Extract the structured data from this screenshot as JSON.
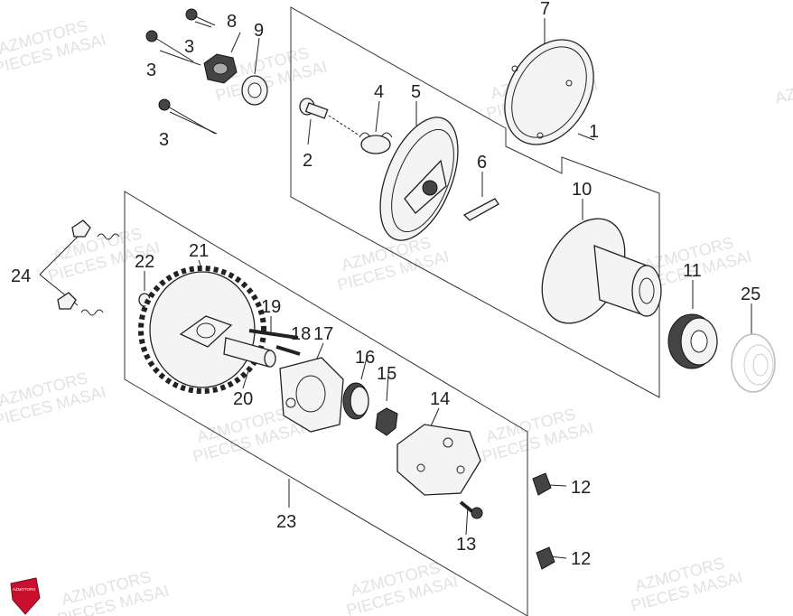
{
  "watermark": {
    "line1": "AZMOTORS",
    "line2": "PIECES MASAI"
  },
  "logo": {
    "text": "AZMOTORS"
  },
  "callouts": [
    {
      "id": "c1",
      "label": "1"
    },
    {
      "id": "c2",
      "label": "2"
    },
    {
      "id": "c3a",
      "label": "3"
    },
    {
      "id": "c3b",
      "label": "3"
    },
    {
      "id": "c3c",
      "label": "3"
    },
    {
      "id": "c4",
      "label": "4"
    },
    {
      "id": "c5",
      "label": "5"
    },
    {
      "id": "c6",
      "label": "6"
    },
    {
      "id": "c7",
      "label": "7"
    },
    {
      "id": "c8",
      "label": "8"
    },
    {
      "id": "c9",
      "label": "9"
    },
    {
      "id": "c10",
      "label": "10"
    },
    {
      "id": "c11",
      "label": "11"
    },
    {
      "id": "c12a",
      "label": "12"
    },
    {
      "id": "c12b",
      "label": "12"
    },
    {
      "id": "c13",
      "label": "13"
    },
    {
      "id": "c14",
      "label": "14"
    },
    {
      "id": "c15",
      "label": "15"
    },
    {
      "id": "c16",
      "label": "16"
    },
    {
      "id": "c17",
      "label": "17"
    },
    {
      "id": "c18",
      "label": "18"
    },
    {
      "id": "c19",
      "label": "19"
    },
    {
      "id": "c20",
      "label": "20"
    },
    {
      "id": "c21",
      "label": "21"
    },
    {
      "id": "c22",
      "label": "22"
    },
    {
      "id": "c23",
      "label": "23"
    },
    {
      "id": "c24",
      "label": "24"
    },
    {
      "id": "c25",
      "label": "25"
    }
  ]
}
